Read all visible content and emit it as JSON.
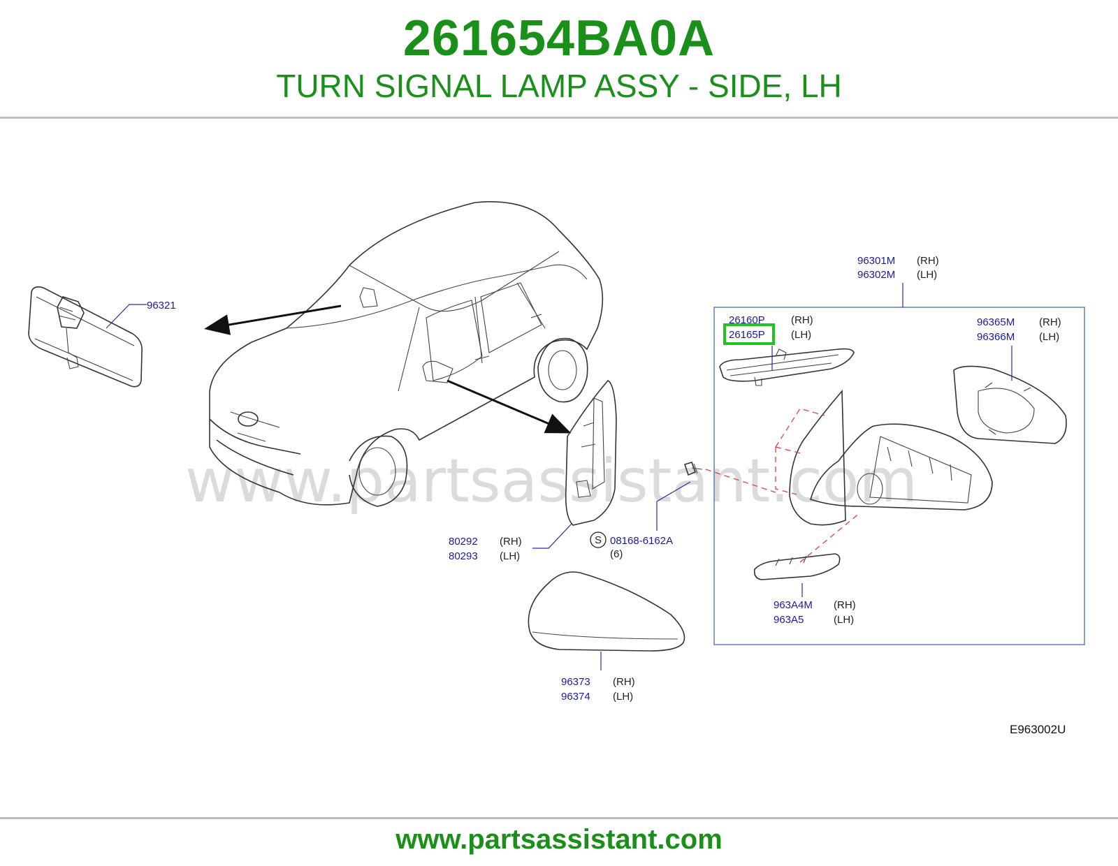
{
  "header": {
    "part_number": "261654BA0A",
    "part_description": "TURN SIGNAL LAMP ASSY - SIDE, LH"
  },
  "footer": {
    "url": "www.partsassistant.com"
  },
  "watermark": "www.partsassistant.com",
  "diagram_code": "E963002U",
  "colors": {
    "title_green": "#1a8f1a",
    "label_blue": "#1a1aa6",
    "highlight_green": "#22c322",
    "dash_red": "#e04040"
  },
  "callouts": {
    "inner_mirror": "96321",
    "mirror_assy": [
      {
        "part": "96301M",
        "side": "(RH)"
      },
      {
        "part": "96302M",
        "side": "(LH)"
      }
    ],
    "turn_lamp": [
      {
        "part": "26160P",
        "side": "(RH)"
      },
      {
        "part": "26165P",
        "side": "(LH)"
      }
    ],
    "mirror_glass": [
      {
        "part": "96365M",
        "side": "(RH)"
      },
      {
        "part": "96366M",
        "side": "(LH)"
      }
    ],
    "finisher": [
      {
        "part": "80292",
        "side": "(RH)"
      },
      {
        "part": "80293",
        "side": "(LH)"
      }
    ],
    "screw": {
      "symbol": "S",
      "part": "08168-6162A",
      "qty": "(6)"
    },
    "lower_cover": [
      {
        "part": "963A4M",
        "side": "(RH)"
      },
      {
        "part": "963A5",
        "side": "(LH)"
      }
    ],
    "mirror_cover": [
      {
        "part": "96373",
        "side": "(RH)"
      },
      {
        "part": "96374",
        "side": "(LH)"
      }
    ]
  }
}
